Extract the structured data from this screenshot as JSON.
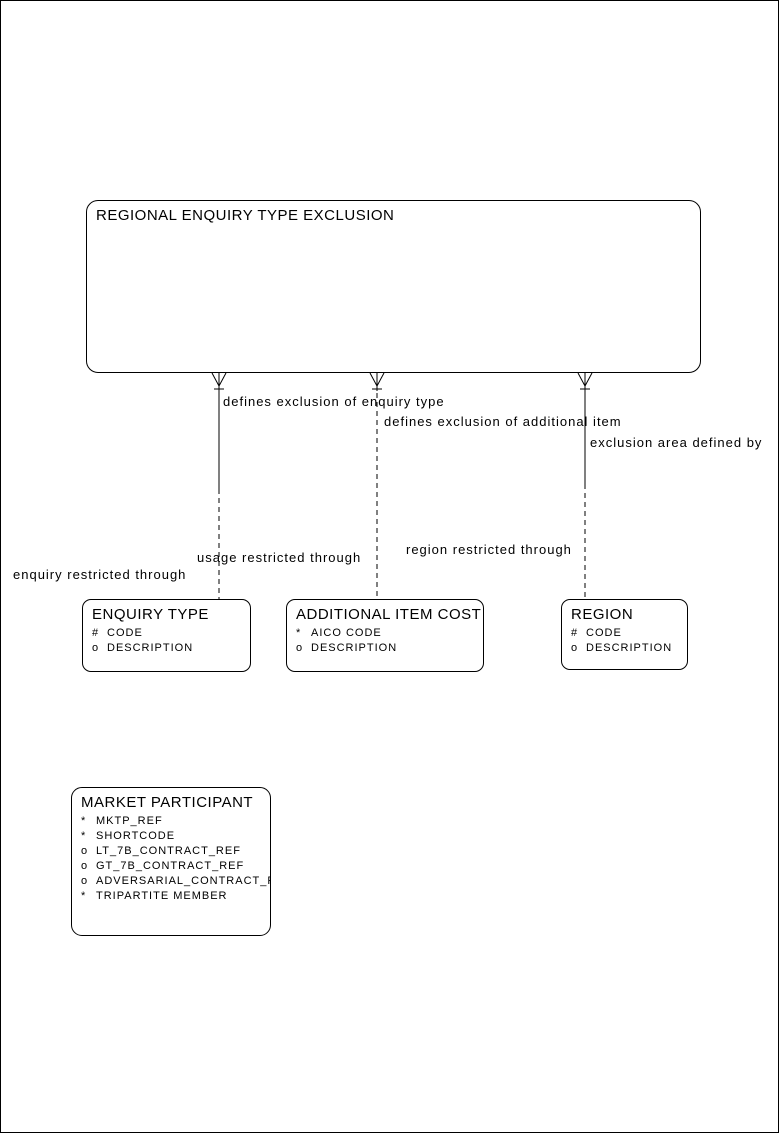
{
  "diagram_type": "entity-relationship-diagram",
  "colors": {
    "background": "#ffffff",
    "line": "#000000",
    "text": "#000000"
  },
  "root_entity": {
    "title": "REGIONAL ENQUIRY TYPE EXCLUSION"
  },
  "entities": [
    {
      "title": "ENQUIRY TYPE",
      "attributes": [
        {
          "prefix": "#",
          "name": "CODE"
        },
        {
          "prefix": "o",
          "name": "DESCRIPTION"
        }
      ]
    },
    {
      "title": "ADDITIONAL ITEM COST",
      "attributes": [
        {
          "prefix": "*",
          "name": "AICO CODE"
        },
        {
          "prefix": "o",
          "name": "DESCRIPTION"
        }
      ]
    },
    {
      "title": "REGION",
      "attributes": [
        {
          "prefix": "#",
          "name": "CODE"
        },
        {
          "prefix": "o",
          "name": "DESCRIPTION"
        }
      ]
    },
    {
      "title": "MARKET PARTICIPANT",
      "attributes": [
        {
          "prefix": "*",
          "name": "MKTP_REF"
        },
        {
          "prefix": "*",
          "name": "SHORTCODE"
        },
        {
          "prefix": "o",
          "name": "LT_7B_CONTRACT_REF"
        },
        {
          "prefix": "o",
          "name": "GT_7B_CONTRACT_REF"
        },
        {
          "prefix": "o",
          "name": "ADVERSARIAL_CONTRACT_REF"
        },
        {
          "prefix": "*",
          "name": "TRIPARTITE MEMBER"
        }
      ]
    }
  ],
  "relationships": [
    {
      "source": "REGIONAL ENQUIRY TYPE EXCLUSION",
      "target": "ENQUIRY TYPE",
      "source_label": "defines exclusion of enquiry type",
      "target_label": "enquiry restricted through",
      "source_end": "crows-foot",
      "line_style_top": "solid",
      "line_style_bottom": "dashed"
    },
    {
      "source": "REGIONAL ENQUIRY TYPE EXCLUSION",
      "target": "ADDITIONAL ITEM COST",
      "source_label": "defines exclusion of additional item",
      "target_label": "usage restricted through",
      "source_end": "crows-foot",
      "line_style_top": "dashed",
      "line_style_bottom": "dashed"
    },
    {
      "source": "REGIONAL ENQUIRY TYPE EXCLUSION",
      "target": "REGION",
      "source_label": "exclusion area defined by",
      "target_label": "region restricted through",
      "source_end": "crows-foot",
      "line_style_top": "solid",
      "line_style_bottom": "dashed"
    }
  ]
}
